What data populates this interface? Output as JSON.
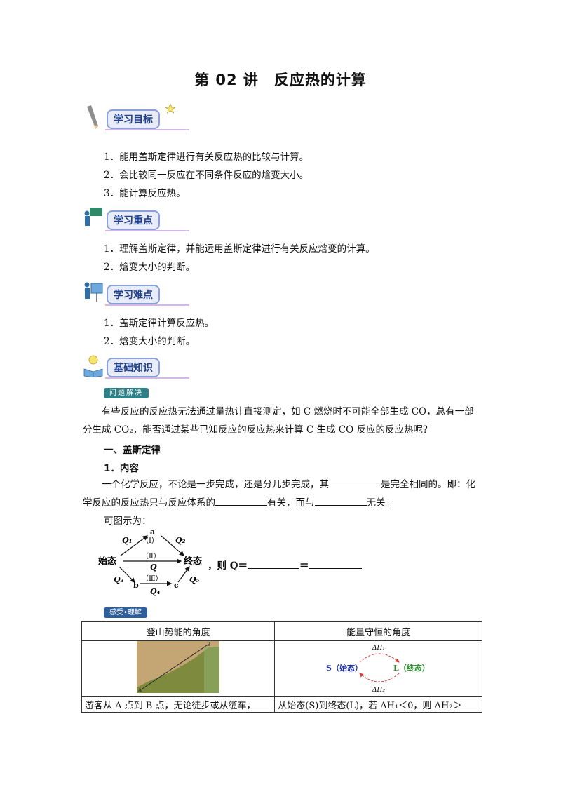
{
  "page_title": "第 02 讲",
  "page_subtitle": "反应热的计算",
  "banners": {
    "objectives": "学习目标",
    "key_points": "学习重点",
    "difficulties": "学习难点",
    "basics": "基础知识"
  },
  "objectives": [
    "1．能用盖斯定律进行有关反应热的比较与计算。",
    "2．会比较同一反应在不同条件反应的焓变大小。",
    "3．能计算反应热。"
  ],
  "key_points": [
    "1．理解盖斯定律，并能运用盖斯定律进行有关反应焓变的计算。",
    "2．焓变大小的判断。"
  ],
  "difficulties": [
    "1．盖斯定律计算反应热。",
    "2．焓变大小的判断。"
  ],
  "tag_problem": "问题解决",
  "intro": "有些反应的反应热无法通过量热计直接测定，如 C 燃烧时不可能全部生成 CO，总有一部分生成 CO₂，能否通过某些已知反应的反应热来计算 C 生成 CO 反应的反应热呢？",
  "section1": "一、盖斯定律",
  "subsection1": "1．内容",
  "content": {
    "p1_a": "一个化学反应，不论是一步完成，还是分几步完成，其",
    "p1_b": "是完全相同的。即：化学反应的反应热只与反应体系的",
    "p1_c": "有关，而与",
    "p1_d": "无关。"
  },
  "diagram_intro": "可图示为：",
  "diagram": {
    "start": "始态",
    "end": "终态",
    "a": "a",
    "b": "b",
    "c": "c",
    "path1": "（Ⅰ）",
    "path2": "（Ⅱ）",
    "path3": "（Ⅲ）",
    "q": "Q",
    "q1": "Q₁",
    "q2": "Q₂",
    "q3": "Q₃",
    "q4": "Q₄",
    "q5": "Q₅",
    "eq_prefix": "，则 Q＝",
    "eq_mid": "＝"
  },
  "tag_understand": "感受•理解",
  "table": {
    "col1_header": "登山势能的角度",
    "col2_header": "能量守恒的角度",
    "s_label": "S（始态）",
    "l_label": "L（终态）",
    "dh1": "ΔH₁",
    "dh2": "ΔH₂",
    "img_a": "A",
    "img_b": "B",
    "col1_desc": "游客从 A 点到 B 点，无论徒步或从缆车，",
    "col2_desc": "从始态(S)到终态(L)，若 ΔH₁＜0，则 ΔH₂＞"
  },
  "colors": {
    "banner_text": "#1f3f8c",
    "tag_bg": "#2f7f86",
    "s_blue": "#1d2fa8",
    "l_green": "#2a8a2a",
    "arc_red": "#d63a3a"
  }
}
